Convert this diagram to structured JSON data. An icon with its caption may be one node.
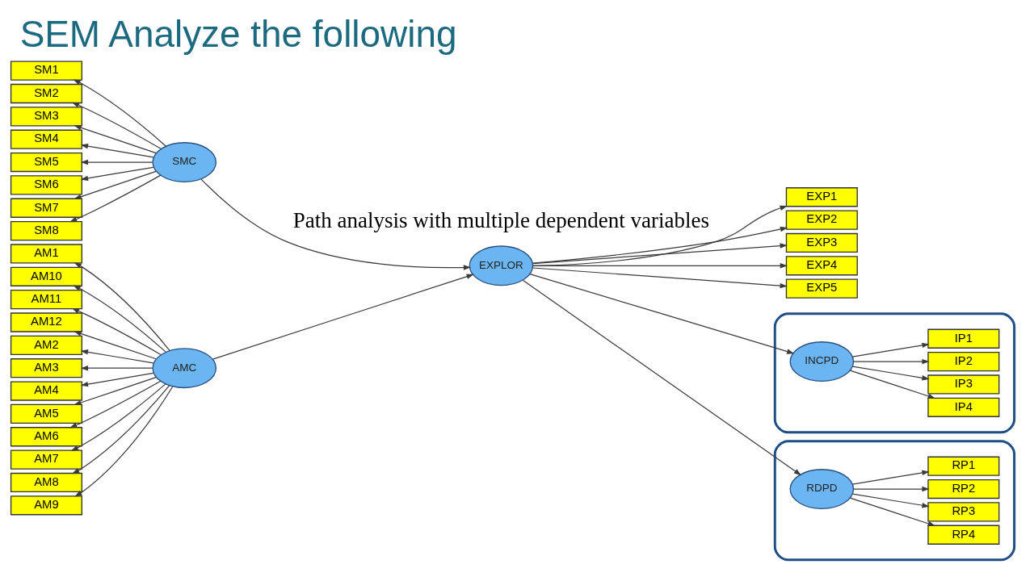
{
  "diagram": {
    "title": "SEM Analyze the following",
    "nodes": [
      {
        "text": [
          "SM1"
        ]
      },
      {
        "text": [
          "SM2"
        ]
      },
      {
        "text": [
          "SM3"
        ]
      },
      {
        "text": [
          "SM4"
        ]
      },
      {
        "text": [
          "SM5"
        ]
      },
      {
        "text": [
          "SM6"
        ]
      },
      {
        "text": [
          "SM7"
        ]
      },
      {
        "text": [
          "SM8"
        ]
      },
      {
        "text": [
          "AM1"
        ]
      },
      {
        "text": [
          "AM10"
        ]
      },
      {
        "text": [
          "AM11"
        ]
      },
      {
        "text": [
          "AM12"
        ]
      },
      {
        "text": [
          "AM2"
        ]
      },
      {
        "text": [
          "AM3"
        ]
      },
      {
        "text": [
          "AM4"
        ]
      },
      {
        "text": [
          "AM5"
        ]
      },
      {
        "text": [
          "AM6"
        ]
      },
      {
        "text": [
          "AM7"
        ]
      },
      {
        "text": [
          "AM8"
        ]
      },
      {
        "text": [
          "AM9"
        ]
      },
      {
        "text": [
          "SMC"
        ]
      },
      {
        "text": [
          "AMC"
        ]
      },
      {
        "text": [
          "EXPLOR"
        ]
      },
      {
        "text": [
          "EXP1"
        ]
      },
      {
        "text": [
          "EXP2"
        ]
      },
      {
        "text": [
          "EXP3"
        ]
      },
      {
        "text": [
          "EXP4"
        ]
      },
      {
        "text": [
          "EXP5"
        ]
      },
      {
        "text": [],
        "shape": "box"
      },
      {
        "text": [
          "INCPD"
        ],
        "in": 28
      },
      {
        "text": [
          "IP1"
        ],
        "in": 28
      },
      {
        "text": [
          "IP2"
        ],
        "in": 28
      },
      {
        "text": [
          "IP3"
        ],
        "in": 28
      },
      {
        "text": [
          "IP4"
        ],
        "in": 28
      },
      {
        "text": [],
        "shape": "box"
      },
      {
        "text": [
          "RDPD"
        ],
        "in": 34
      },
      {
        "text": [
          "RP1"
        ],
        "in": 34
      },
      {
        "text": [
          "RP2"
        ],
        "in": 34
      },
      {
        "text": [
          "RP3"
        ],
        "in": 34
      },
      {
        "text": [
          "RP4"
        ],
        "in": 34
      }
    ],
    "edges": [
      {
        "from": 20,
        "to": 0,
        "arrow": "to"
      },
      {
        "from": 20,
        "to": 1,
        "arrow": "to"
      },
      {
        "from": 20,
        "to": 2,
        "arrow": "to"
      },
      {
        "from": 20,
        "to": 3,
        "arrow": "to"
      },
      {
        "from": 20,
        "to": 4,
        "arrow": "to"
      },
      {
        "from": 20,
        "to": 5,
        "arrow": "to"
      },
      {
        "from": 20,
        "to": 6,
        "arrow": "to"
      },
      {
        "from": 20,
        "to": 7,
        "arrow": "to"
      },
      {
        "from": 21,
        "to": 8,
        "arrow": "to"
      },
      {
        "from": 21,
        "to": 9,
        "arrow": "to"
      },
      {
        "from": 21,
        "to": 10,
        "arrow": "to"
      },
      {
        "from": 21,
        "to": 11,
        "arrow": "to"
      },
      {
        "from": 21,
        "to": 12,
        "arrow": "to"
      },
      {
        "from": 21,
        "to": 13,
        "arrow": "to"
      },
      {
        "from": 21,
        "to": 14,
        "arrow": "to"
      },
      {
        "from": 21,
        "to": 15,
        "arrow": "to"
      },
      {
        "from": 21,
        "to": 16,
        "arrow": "to"
      },
      {
        "from": 21,
        "to": 17,
        "arrow": "to"
      },
      {
        "from": 21,
        "to": 18,
        "arrow": "to"
      },
      {
        "from": 21,
        "to": 19,
        "arrow": "to"
      },
      {
        "from": 20,
        "to": 22,
        "arrow": "to"
      },
      {
        "from": 21,
        "to": 22,
        "arrow": "to"
      },
      {
        "from": 22,
        "to": 23,
        "arrow": "to"
      },
      {
        "from": 22,
        "to": 24,
        "arrow": "to"
      },
      {
        "from": 22,
        "to": 25,
        "arrow": "to"
      },
      {
        "from": 22,
        "to": 26,
        "arrow": "to"
      },
      {
        "from": 22,
        "to": 27,
        "arrow": "to"
      },
      {
        "from": 22,
        "to": 29,
        "arrow": "to"
      },
      {
        "from": 22,
        "to": 35,
        "arrow": "to"
      },
      {
        "from": 29,
        "to": 30,
        "arrow": "to"
      },
      {
        "from": 29,
        "to": 31,
        "arrow": "to"
      },
      {
        "from": 29,
        "to": 32,
        "arrow": "to"
      },
      {
        "from": 29,
        "to": 33,
        "arrow": "to"
      },
      {
        "from": 35,
        "to": 36,
        "arrow": "to"
      },
      {
        "from": 35,
        "to": 37,
        "arrow": "to"
      },
      {
        "from": 35,
        "to": 38,
        "arrow": "to"
      },
      {
        "from": 35,
        "to": 39,
        "arrow": "to"
      }
    ],
    "labels": [
      "Path analysis with multiple dependent variables"
    ]
  }
}
